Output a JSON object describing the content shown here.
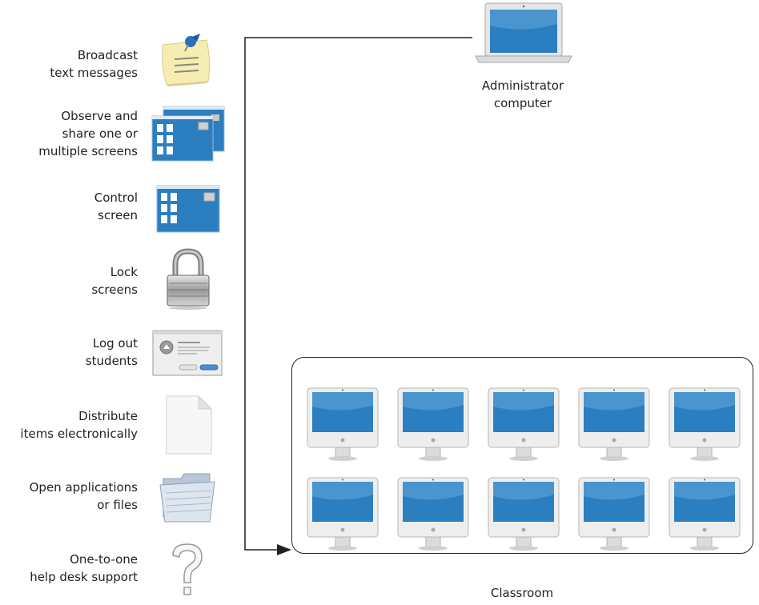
{
  "features": [
    {
      "label": "Broadcast\ntext messages",
      "icon": "sticky-note-icon"
    },
    {
      "label": "Observe and\nshare one or\nmultiple screens",
      "icon": "multiple-screens-icon"
    },
    {
      "label": "Control\nscreen",
      "icon": "screen-icon"
    },
    {
      "label": "Lock\nscreens",
      "icon": "padlock-icon"
    },
    {
      "label": "Log out\nstudents",
      "icon": "logout-dialog-icon"
    },
    {
      "label": "Distribute\nitems electronically",
      "icon": "document-icon"
    },
    {
      "label": "Open applications\nor files",
      "icon": "folder-icon"
    },
    {
      "label": "One-to-one\nhelp desk support",
      "icon": "question-mark-icon"
    }
  ],
  "admin": {
    "label": "Administrator\ncomputer",
    "icon": "laptop-icon"
  },
  "classroom": {
    "label": "Classroom",
    "computer_icon": "imac-icon",
    "rows": 2,
    "columns": 5
  },
  "colors": {
    "screen_blue": "#2b7fc0",
    "line": "#222222"
  }
}
